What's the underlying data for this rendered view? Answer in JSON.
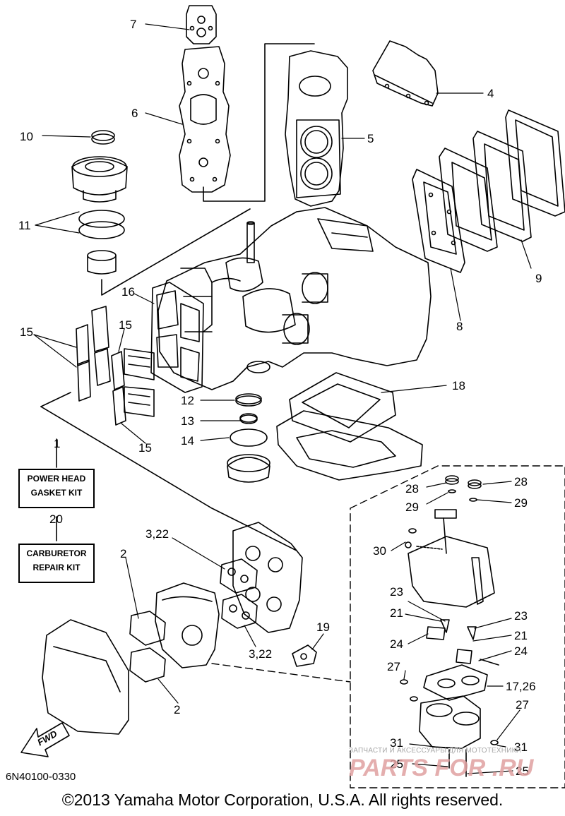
{
  "diagram": {
    "callouts": [
      {
        "id": "c7",
        "text": "7"
      },
      {
        "id": "c6",
        "text": "6"
      },
      {
        "id": "c10",
        "text": "10"
      },
      {
        "id": "c11",
        "text": "11"
      },
      {
        "id": "c4",
        "text": "4"
      },
      {
        "id": "c5",
        "text": "5"
      },
      {
        "id": "c9",
        "text": "9"
      },
      {
        "id": "c8",
        "text": "8"
      },
      {
        "id": "c16",
        "text": "16"
      },
      {
        "id": "c15a",
        "text": "15"
      },
      {
        "id": "c15b",
        "text": "15"
      },
      {
        "id": "c15c",
        "text": "15"
      },
      {
        "id": "c12",
        "text": "12"
      },
      {
        "id": "c13",
        "text": "13"
      },
      {
        "id": "c14",
        "text": "14"
      },
      {
        "id": "c18",
        "text": "18"
      },
      {
        "id": "c1",
        "text": "1"
      },
      {
        "id": "c20",
        "text": "20"
      },
      {
        "id": "c2a",
        "text": "2"
      },
      {
        "id": "c2b",
        "text": "2"
      },
      {
        "id": "c322a",
        "text": "3,22"
      },
      {
        "id": "c322b",
        "text": "3,22"
      },
      {
        "id": "c19",
        "text": "19"
      },
      {
        "id": "c28a",
        "text": "28"
      },
      {
        "id": "c28b",
        "text": "28"
      },
      {
        "id": "c29a",
        "text": "29"
      },
      {
        "id": "c29b",
        "text": "29"
      },
      {
        "id": "c30",
        "text": "30"
      },
      {
        "id": "c23a",
        "text": "23"
      },
      {
        "id": "c23b",
        "text": "23"
      },
      {
        "id": "c21a",
        "text": "21"
      },
      {
        "id": "c21b",
        "text": "21"
      },
      {
        "id": "c24a",
        "text": "24"
      },
      {
        "id": "c24b",
        "text": "24"
      },
      {
        "id": "c27a",
        "text": "27"
      },
      {
        "id": "c27b",
        "text": "27"
      },
      {
        "id": "c1726",
        "text": "17,26"
      },
      {
        "id": "c31a",
        "text": "31"
      },
      {
        "id": "c31b",
        "text": "31"
      },
      {
        "id": "c25a",
        "text": "25"
      },
      {
        "id": "c25b",
        "text": "25"
      }
    ],
    "kits": {
      "power_head": {
        "line1": "POWER HEAD",
        "line2": "GASKET KIT"
      },
      "carburetor": {
        "line1": "CARBURETOR",
        "line2": "REPAIR KIT"
      }
    },
    "fwd_label": "FWD",
    "diagram_code": "6N40100-0330",
    "copyright": "©2013 Yamaha Motor Corporation, U.S.A. All rights reserved.",
    "watermark_text": "ЗАПЧАСТИ И АКСЕССУАРЫ ДЛЯ МОТОТЕХНИКИ",
    "watermark_logo": "PARTS FOR .RU",
    "colors": {
      "line": "#000000",
      "watermark": "#e0a0a0",
      "background": "#ffffff"
    }
  }
}
